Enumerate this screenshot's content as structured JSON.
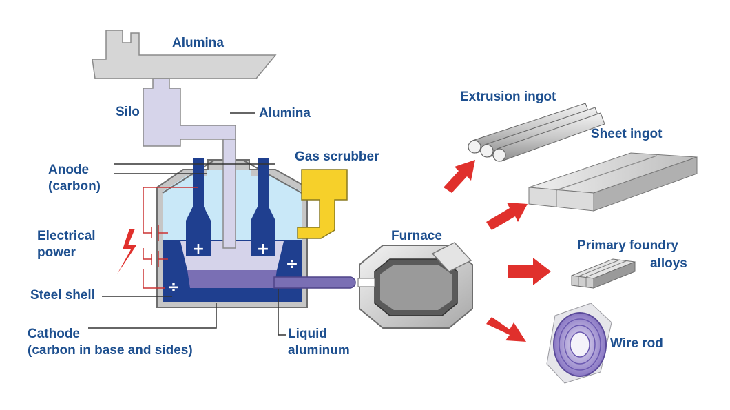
{
  "labels": {
    "alumina_ship": "Alumina",
    "silo": "Silo",
    "alumina_feed": "Alumina",
    "gas_scrubber": "Gas scrubber",
    "anode_line1": "Anode",
    "anode_line2": "(carbon)",
    "power_line1": "Electrical",
    "power_line2": "power",
    "steel_shell": "Steel shell",
    "cathode_line1": "Cathode",
    "cathode_line2": "(carbon in base and sides)",
    "liquid_line1": "Liquid",
    "liquid_line2": "aluminum",
    "furnace": "Furnace",
    "extrusion_ingot": "Extrusion ingot",
    "sheet_ingot": "Sheet ingot",
    "foundry_line1": "Primary foundry",
    "foundry_line2": "alloys",
    "wire_rod": "Wire rod"
  },
  "signs": {
    "anode_left": "+",
    "anode_right": "+",
    "cathode_left": "÷",
    "cathode_right": "÷"
  },
  "colors": {
    "label_blue": "#1d4f8f",
    "cell_blue": "#1f3f8f",
    "electrolyte": "#c9e8f8",
    "alumina_lilac": "#d5d3ea",
    "metal_purple": "#7a6fb4",
    "scrubber_yellow": "#f6d02a",
    "arrow_red": "#e0302c",
    "power_line_red": "#cc3333",
    "shell_gray": "#c8c8c8"
  }
}
